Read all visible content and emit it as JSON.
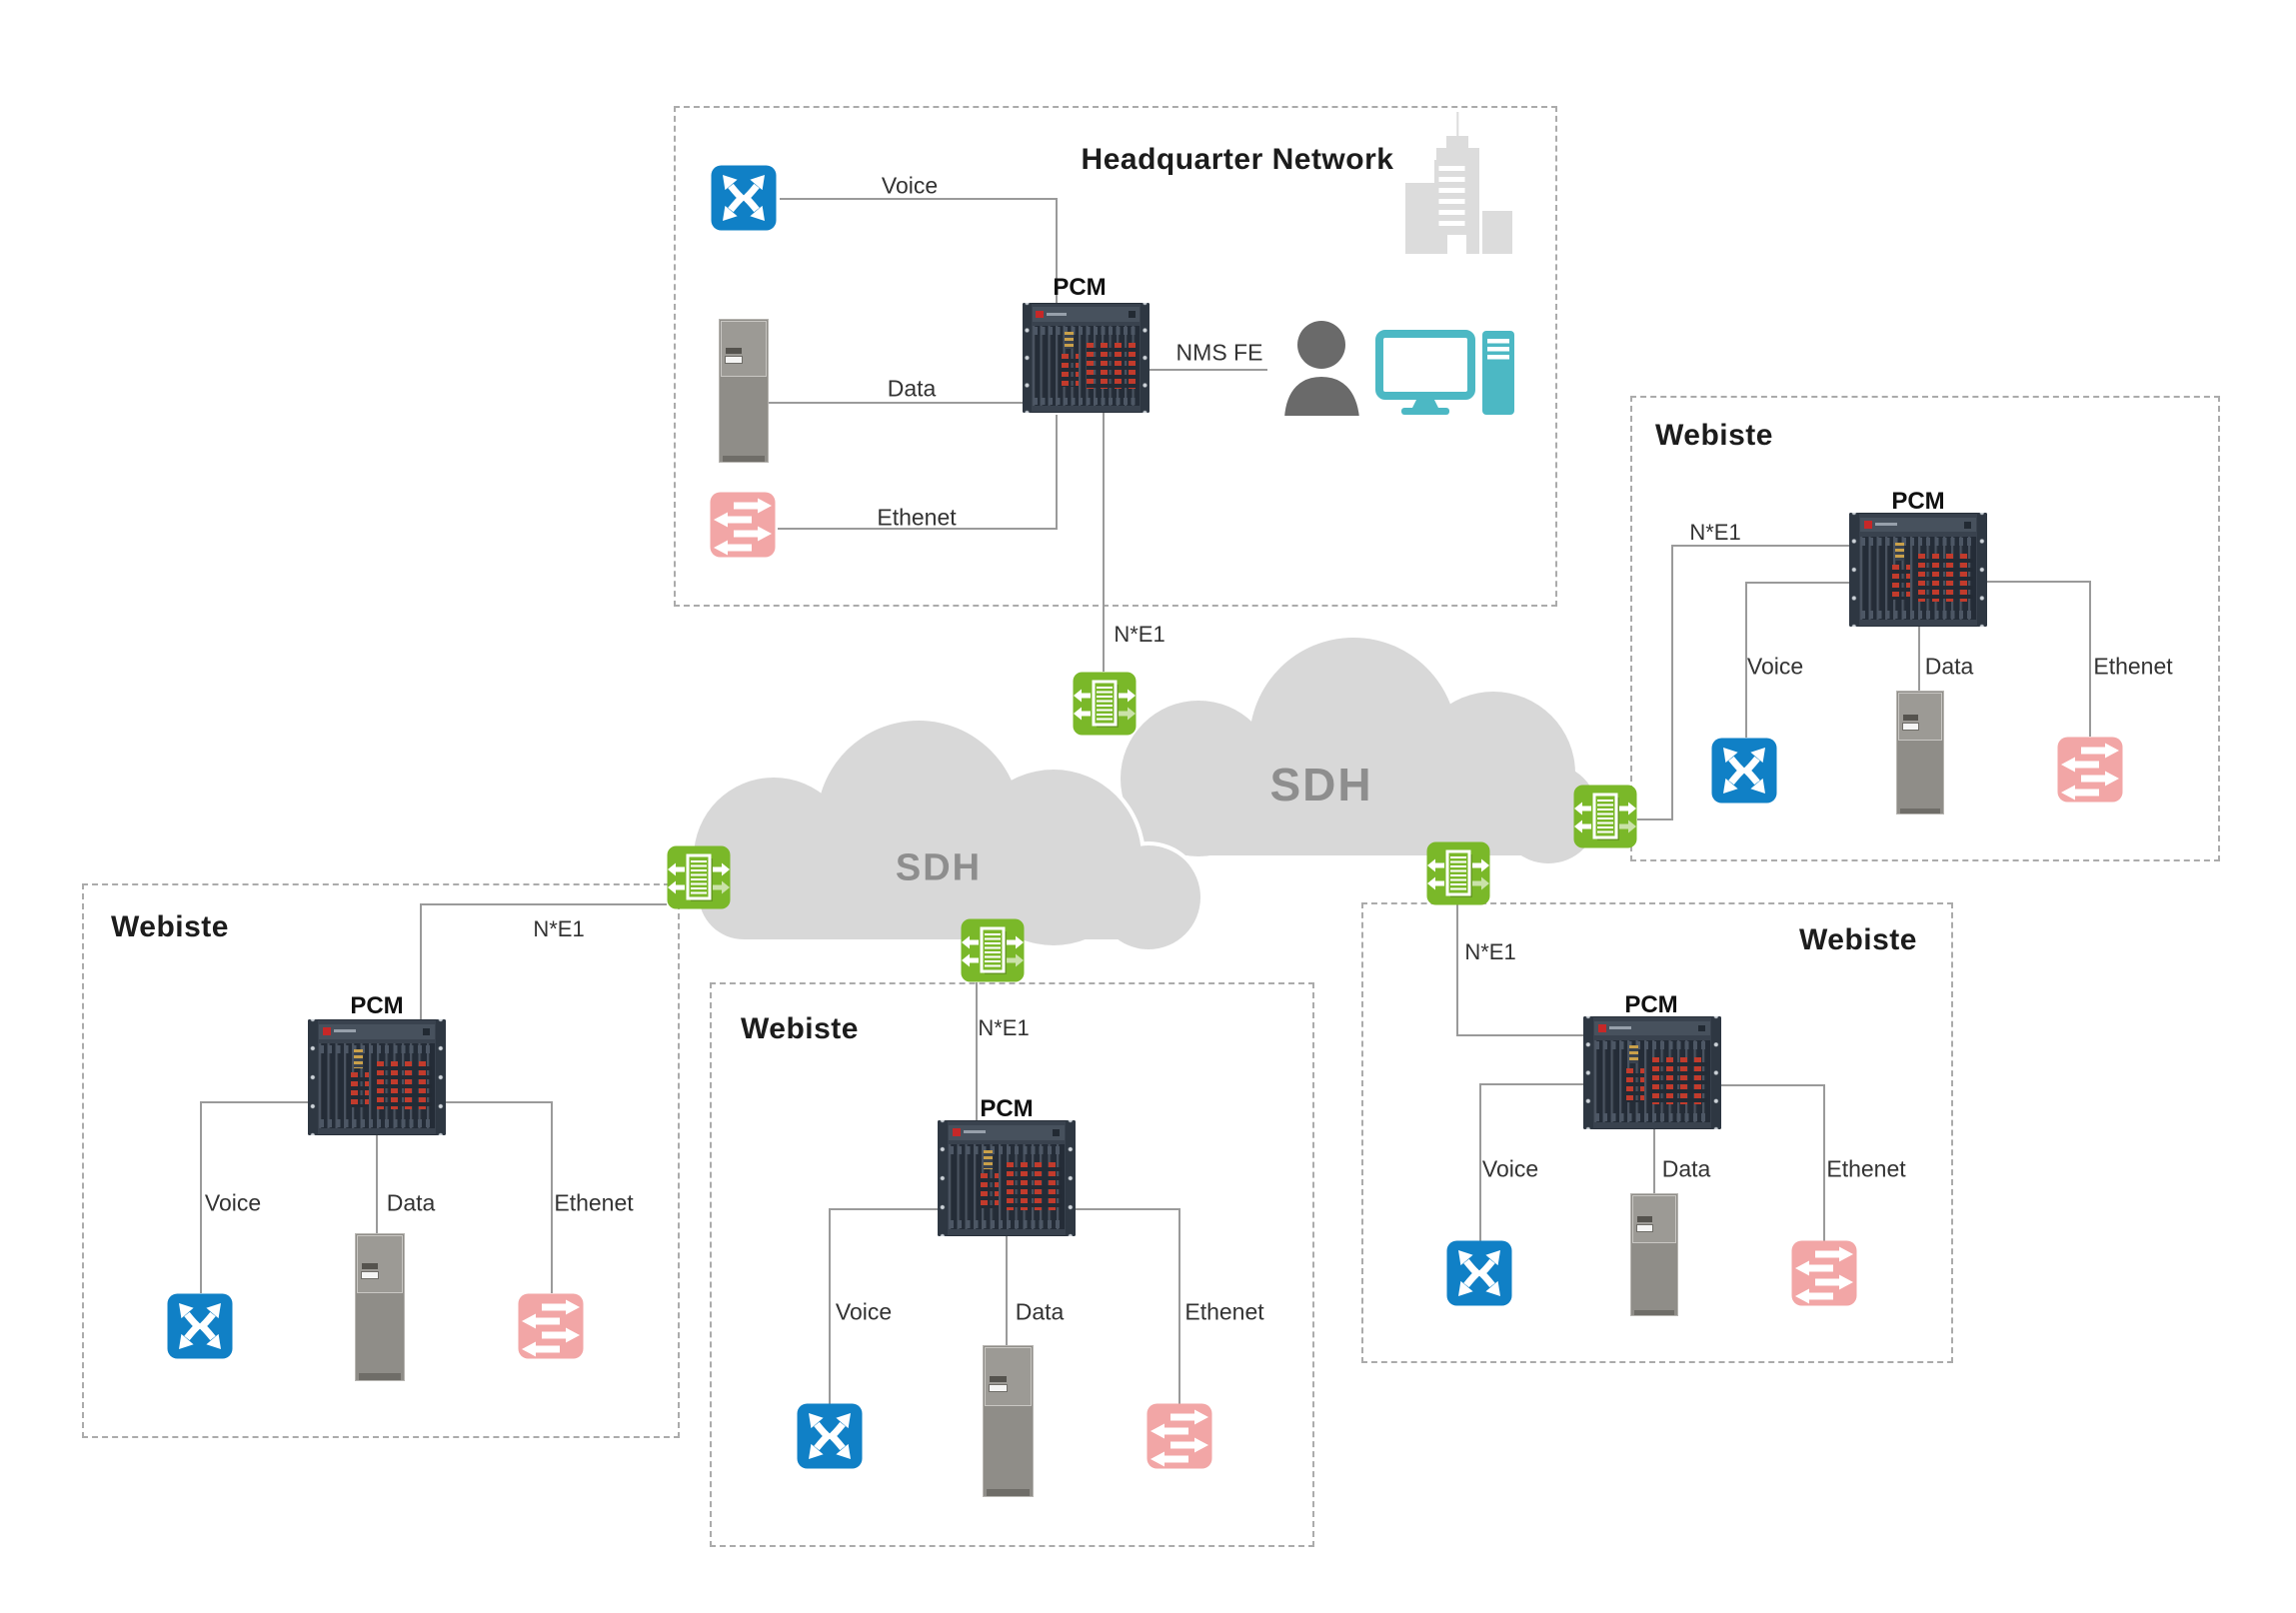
{
  "hq": {
    "title": "Headquarter Network",
    "pcm_label": "PCM",
    "voice_label": "Voice",
    "data_label": "Data",
    "ethernet_label": "Ethenet",
    "nms_label": "NMS FE",
    "ne1_label": "N*E1"
  },
  "clouds": [
    {
      "label": "SDH"
    },
    {
      "label": "SDH"
    }
  ],
  "sites": [
    {
      "title": "Webiste",
      "pcm_label": "PCM",
      "ne1_label": "N*E1",
      "voice_label": "Voice",
      "data_label": "Data",
      "ethernet_label": "Ethenet"
    },
    {
      "title": "Webiste",
      "pcm_label": "PCM",
      "ne1_label": "N*E1",
      "voice_label": "Voice",
      "data_label": "Data",
      "ethernet_label": "Ethenet"
    },
    {
      "title": "Webiste",
      "pcm_label": "PCM",
      "ne1_label": "N*E1",
      "voice_label": "Voice",
      "data_label": "Data",
      "ethernet_label": "Ethenet"
    },
    {
      "title": "Webiste",
      "pcm_label": "PCM",
      "ne1_label": "N*E1",
      "voice_label": "Voice",
      "data_label": "Data",
      "ethernet_label": "Ethenet"
    }
  ],
  "icons": {
    "switch_icon": "blue crossing swap-arrows voice switch",
    "ethernet_switch_icon": "pink bidirectional-arrows ethernet switch",
    "mux_icon": "green E1 multiplexer card with in/out arrows",
    "server_icon": "gray server tower",
    "pcm_device": "dark PCM multiplexer chassis with red connector cards",
    "operator_icon": "person silhouette",
    "workstation_icon": "teal monitor and pc tower",
    "building_icon": "light gray office building",
    "cloud_icon": "gray SDH transport cloud"
  },
  "colors": {
    "switch_blue": "#1080c6",
    "mux_green": "#7ab829",
    "ethernet_pink": "#f2a6a6",
    "workstation_teal": "#4cb8c4",
    "cloud_gray": "#d8d8d8",
    "device_chassis": "#39424e",
    "device_red": "#c23b2c",
    "line_gray": "#9a9a9a",
    "sdh_text_gray": "#8e8e8e",
    "text_dark": "#2d2d2d"
  }
}
